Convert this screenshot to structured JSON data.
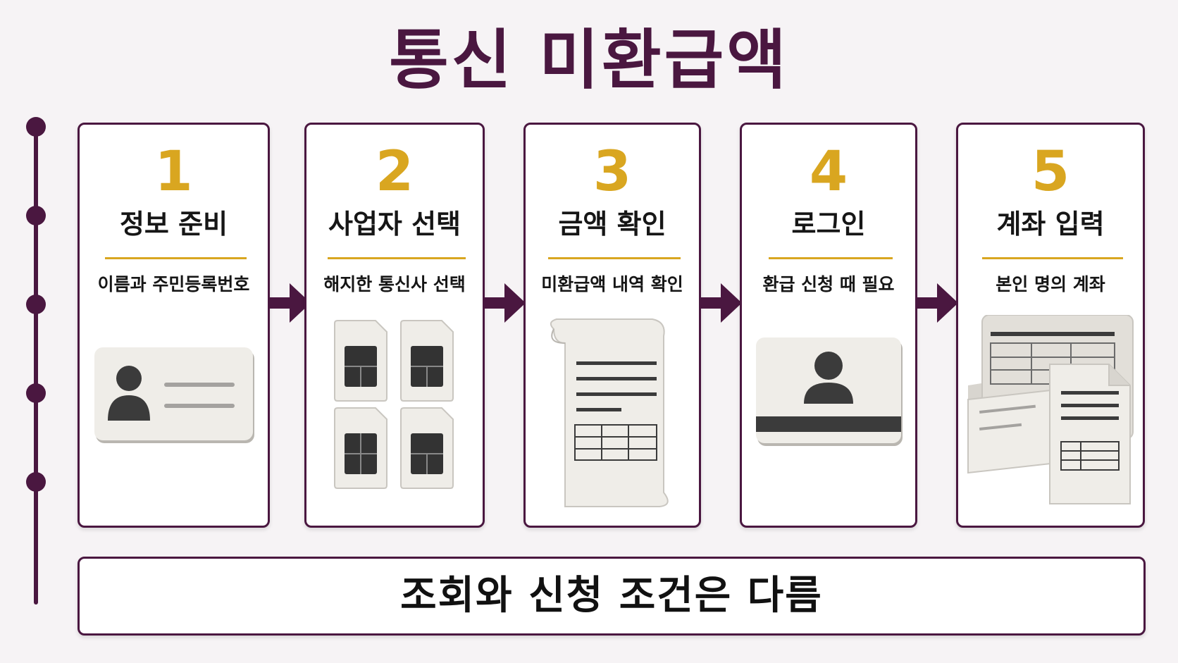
{
  "title": "통신 미환급액",
  "steps": [
    {
      "number": "1",
      "title": "정보 준비",
      "description": "이름과 주민등록번호",
      "icon": "id-card-icon"
    },
    {
      "number": "2",
      "title": "사업자 선택",
      "description": "해지한 통신사 선택",
      "icon": "sim-cards-icon"
    },
    {
      "number": "3",
      "title": "금액 확인",
      "description": "미환급액 내역 확인",
      "icon": "receipt-scroll-icon"
    },
    {
      "number": "4",
      "title": "로그인",
      "description": "환급 신청 때 필요",
      "icon": "login-card-icon"
    },
    {
      "number": "5",
      "title": "계좌 입력",
      "description": "본인 명의 계좌",
      "icon": "bank-documents-icon"
    }
  ],
  "footer": "조회와 신청 조건은 다름",
  "colors": {
    "primary": "#4a1740",
    "accent": "#d9a620",
    "background": "#f6f3f5"
  }
}
